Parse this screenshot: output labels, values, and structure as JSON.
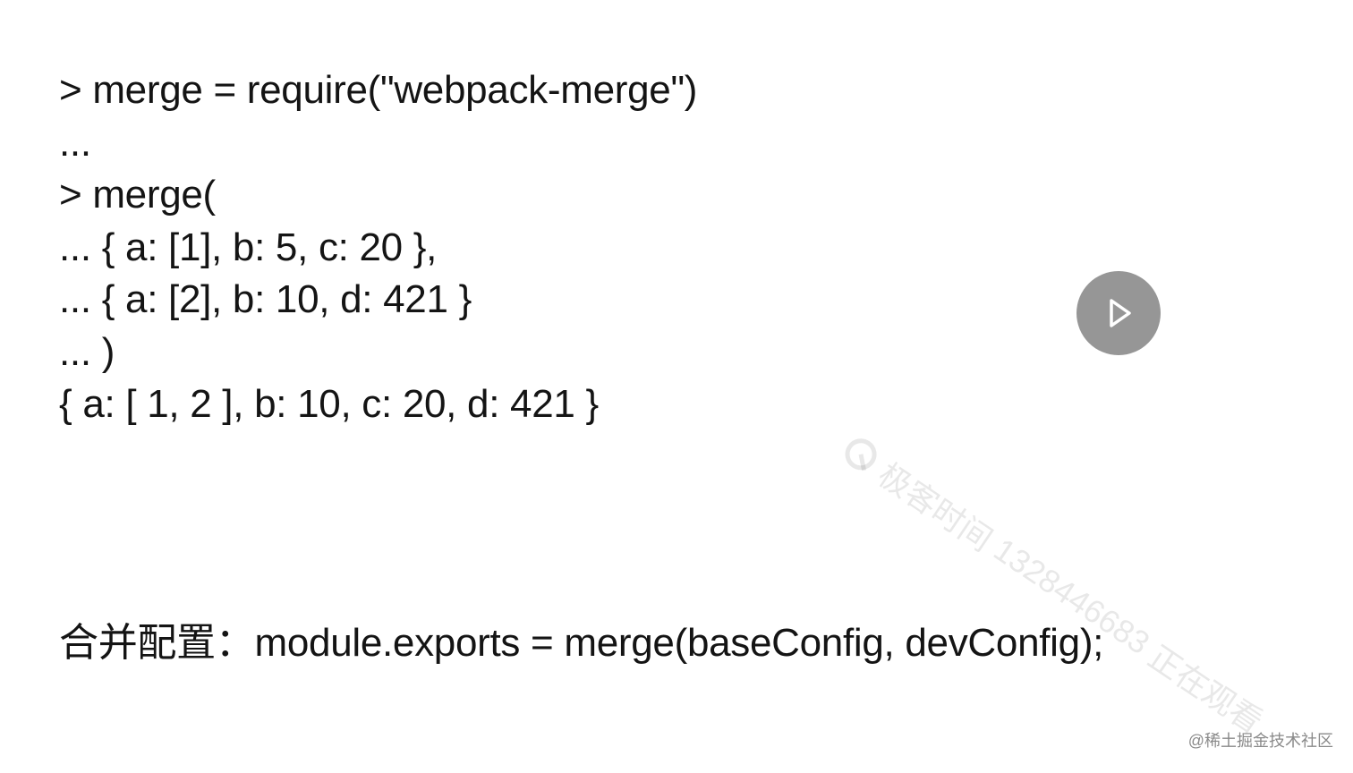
{
  "code_lines": [
    "> merge = require(\"webpack-merge\")",
    "...",
    "> merge(",
    "... { a: [1], b: 5, c: 20 },",
    "... { a: [2], b: 10, d: 421 }",
    "... )",
    "{ a: [ 1, 2 ], b: 10, c: 20, d: 421 }"
  ],
  "summary": {
    "label": "合并配置：",
    "code": "module.exports = merge(baseConfig, devConfig);"
  },
  "player": {
    "play_icon": "play-icon",
    "color": "#787878"
  },
  "watermark": {
    "brand": "极客时间",
    "id": "1328446683",
    "status": "正在观看"
  },
  "site_credit": "@稀土掘金技术社区"
}
